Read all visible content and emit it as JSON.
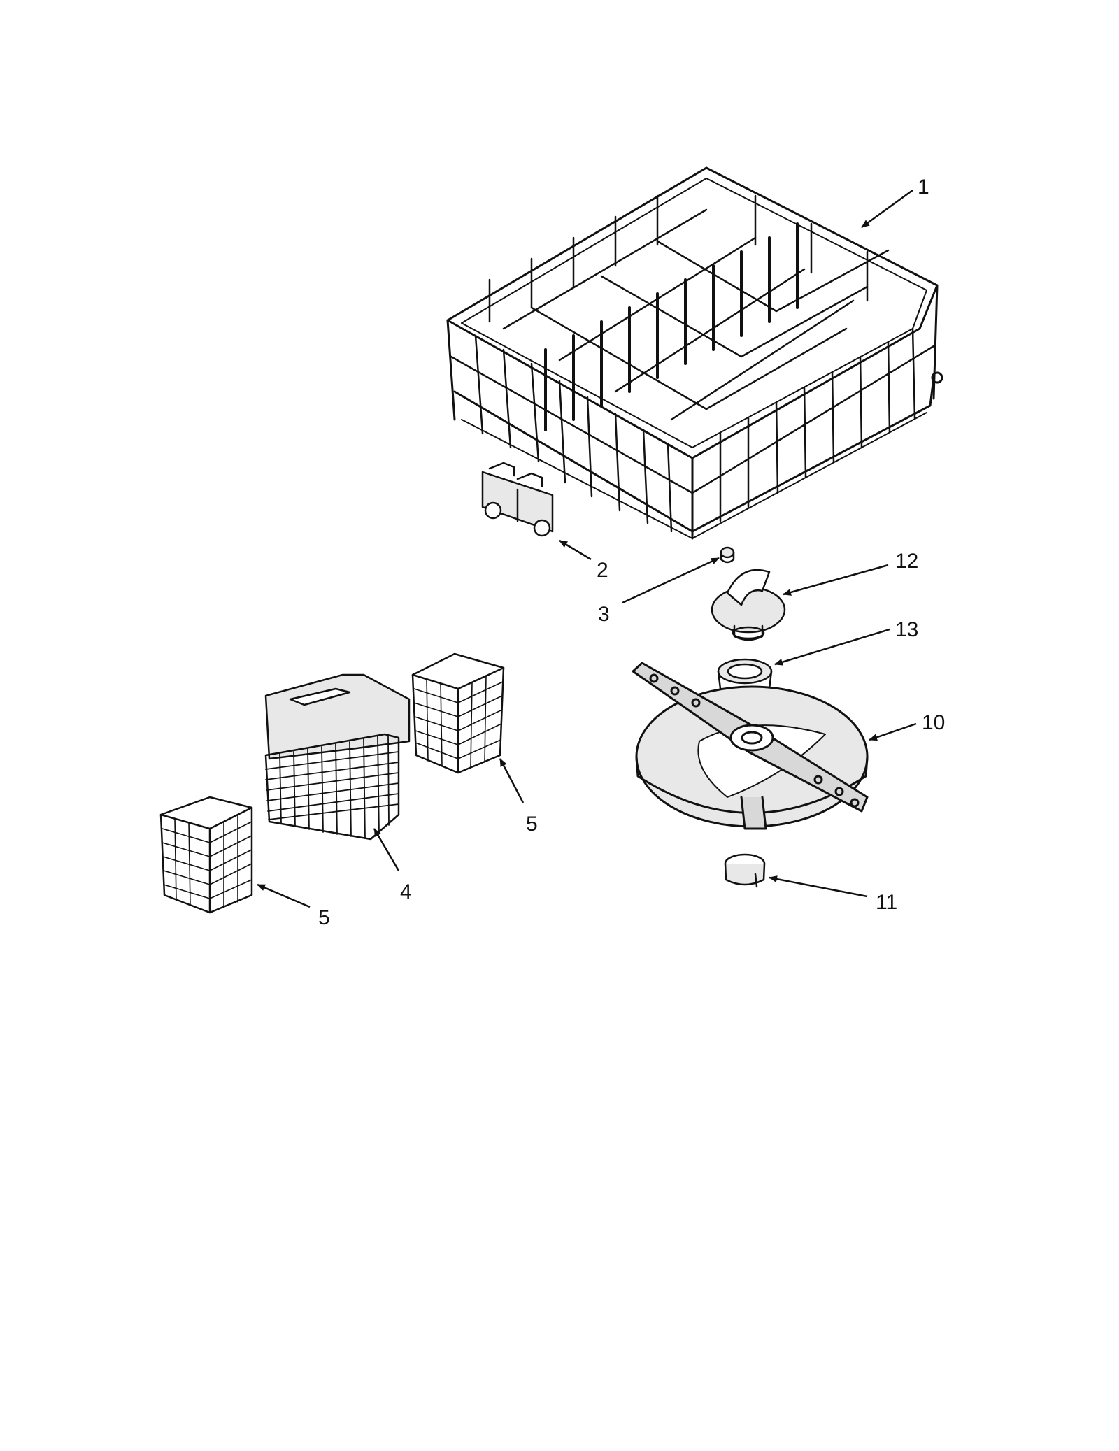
{
  "diagram": {
    "ink_color": "#111111",
    "fill_color": "#e8e8e8",
    "callouts": {
      "c1": "1",
      "c2": "2",
      "c3": "3",
      "c4": "4",
      "c5a": "5",
      "c5b": "5",
      "c10": "10",
      "c11": "11",
      "c12": "12",
      "c13": "13"
    }
  }
}
